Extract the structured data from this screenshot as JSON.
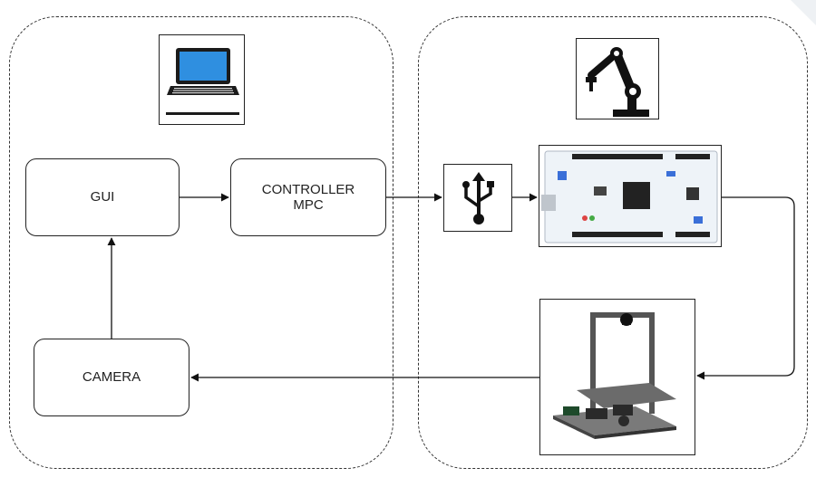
{
  "nodes": {
    "gui": "GUI",
    "controller_line1": "CONTROLLER",
    "controller_line2": "MPC",
    "camera": "CAMERA"
  },
  "icons": {
    "pc": "laptop-icon",
    "robot": "robot-arm-icon",
    "usb": "usb-icon",
    "board": "microcontroller-board",
    "rig": "camera-rig-platform"
  },
  "colors": {
    "line": "#222222",
    "laptop_screen": "#2f8fe0",
    "board": "#eef3f8"
  }
}
